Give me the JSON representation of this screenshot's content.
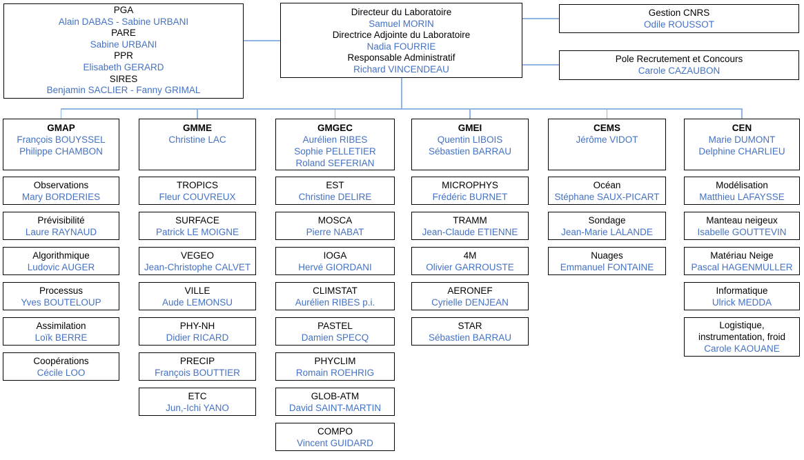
{
  "colors": {
    "name_text": "#4472C4",
    "label_text": "#000000",
    "box_border": "#000000",
    "connector_line": "#8EB4E3",
    "background": "#FFFFFF"
  },
  "top": {
    "services": {
      "entries": [
        {
          "role": "PGA",
          "names": "Alain DABAS - Sabine URBANI"
        },
        {
          "role": "PARE",
          "names": "Sabine URBANI"
        },
        {
          "role": "PPR",
          "names": "Elisabeth GERARD"
        },
        {
          "role": "SIRES",
          "names": "Benjamin SACLIER - Fanny GRIMAL"
        }
      ]
    },
    "direction": {
      "entries": [
        {
          "role": "Directeur du Laboratoire",
          "names": "Samuel MORIN"
        },
        {
          "role": "Directrice Adjointe du Laboratoire",
          "names": "Nadia FOURRIE"
        },
        {
          "role": "Responsable Administratif",
          "names": "Richard VINCENDEAU"
        }
      ]
    },
    "gestion_cnrs": {
      "role": "Gestion CNRS",
      "names": "Odile ROUSSOT"
    },
    "recrutement": {
      "role": "Pole Recrutement et Concours",
      "names": "Carole CAZAUBON"
    }
  },
  "groups": [
    {
      "title": "GMAP",
      "heads": [
        "François BOUYSSEL",
        "Philippe CHAMBON"
      ],
      "units": [
        {
          "title": "Observations",
          "head": "Mary BORDERIES"
        },
        {
          "title": "Prévisibilité",
          "head": "Laure RAYNAUD"
        },
        {
          "title": "Algorithmique",
          "head": "Ludovic AUGER"
        },
        {
          "title": "Processus",
          "head": "Yves BOUTELOUP"
        },
        {
          "title": "Assimilation",
          "head": "Loïk BERRE"
        },
        {
          "title": "Coopérations",
          "head": "Cécile LOO"
        }
      ]
    },
    {
      "title": "GMME",
      "heads": [
        "Christine LAC"
      ],
      "units": [
        {
          "title": "TROPICS",
          "head": "Fleur COUVREUX"
        },
        {
          "title": "SURFACE",
          "head": "Patrick LE MOIGNE"
        },
        {
          "title": "VEGEO",
          "head": "Jean-Christophe CALVET"
        },
        {
          "title": "VILLE",
          "head": "Aude LEMONSU"
        },
        {
          "title": "PHY-NH",
          "head": "Didier RICARD"
        },
        {
          "title": "PRECIP",
          "head": "François BOUTTIER"
        },
        {
          "title": "ETC",
          "head": "Jun,-Ichi YANO"
        }
      ]
    },
    {
      "title": "GMGEC",
      "heads": [
        "Aurélien RIBES",
        "Sophie PELLETIER",
        "Roland SEFERIAN"
      ],
      "units": [
        {
          "title": "EST",
          "head": "Christine DELIRE"
        },
        {
          "title": "MOSCA",
          "head": "Pierre NABAT"
        },
        {
          "title": "IOGA",
          "head": "Hervé GIORDANI"
        },
        {
          "title": "CLIMSTAT",
          "head": "Aurélien RIBES p.i."
        },
        {
          "title": "PASTEL",
          "head": "Damien SPECQ"
        },
        {
          "title": "PHYCLIM",
          "head": "Romain ROEHRIG"
        },
        {
          "title": "GLOB-ATM",
          "head": "David SAINT-MARTIN"
        },
        {
          "title": "COMPO",
          "head": "Vincent GUIDARD"
        }
      ]
    },
    {
      "title": "GMEI",
      "heads": [
        "Quentin LIBOIS",
        "Sébastien BARRAU"
      ],
      "units": [
        {
          "title": "MICROPHYS",
          "head": "Frédéric BURNET"
        },
        {
          "title": "TRAMM",
          "head": "Jean-Claude ETIENNE"
        },
        {
          "title": "4M",
          "head": "Olivier GARROUSTE"
        },
        {
          "title": "AERONEF",
          "head": "Cyrielle DENJEAN"
        },
        {
          "title": "STAR",
          "head": "Sébastien BARRAU"
        }
      ]
    },
    {
      "title": "CEMS",
      "heads": [
        "Jérôme VIDOT"
      ],
      "units": [
        {
          "title": "Océan",
          "head": "Stéphane SAUX-PICART"
        },
        {
          "title": "Sondage",
          "head": "Jean-Marie LALANDE"
        },
        {
          "title": "Nuages",
          "head": "Emmanuel FONTAINE"
        }
      ]
    },
    {
      "title": "CEN",
      "heads": [
        "Marie DUMONT",
        "Delphine CHARLIEU"
      ],
      "units": [
        {
          "title": "Modélisation",
          "head": "Matthieu LAFAYSSE"
        },
        {
          "title": "Manteau neigeux",
          "head": "Isabelle GOUTTEVIN"
        },
        {
          "title": "Matériau Neige",
          "head": "Pascal HAGENMULLER"
        },
        {
          "title": "Informatique",
          "head": "Ulrick MEDDA"
        },
        {
          "title": "Logistique, instrumentation, froid",
          "head": "Carole KAOUANE"
        }
      ]
    }
  ]
}
